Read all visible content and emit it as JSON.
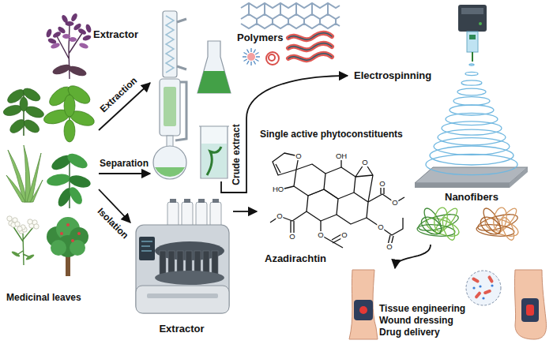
{
  "diagram": {
    "nodes": [
      {
        "text": [
          "Medicinal leaves"
        ]
      },
      {
        "text": [
          "Extractor"
        ]
      },
      {
        "text": [
          "Polymers"
        ]
      },
      {
        "text": [
          "Extractor"
        ]
      },
      {
        "text": [
          "Single active phytoconstituents",
          "Azadirachtin"
        ]
      },
      {
        "text": [
          "Electrospinning"
        ]
      },
      {
        "text": [
          "Nanofibers"
        ]
      },
      {
        "text": [
          "Tissue engineering",
          "Wound dressing",
          "Drug delivery"
        ]
      }
    ],
    "edges": [
      {
        "from": 0,
        "to": 1,
        "label": "Extraction",
        "arrow": "to"
      },
      {
        "from": 0,
        "to": 1,
        "label": "Separation",
        "arrow": "to"
      },
      {
        "from": 0,
        "to": 3,
        "label": "Isolation",
        "arrow": "to"
      },
      {
        "from": 1,
        "to": 5,
        "label": "Crude extract",
        "arrow": "to"
      },
      {
        "from": 3,
        "to": 4,
        "arrow": "to"
      },
      {
        "from": 6,
        "to": 7,
        "arrow": "to"
      }
    ],
    "labels": [
      "HO",
      "O",
      "OH",
      "O",
      "O",
      "O",
      "O",
      "O",
      "O",
      "O",
      "O",
      "O"
    ]
  }
}
